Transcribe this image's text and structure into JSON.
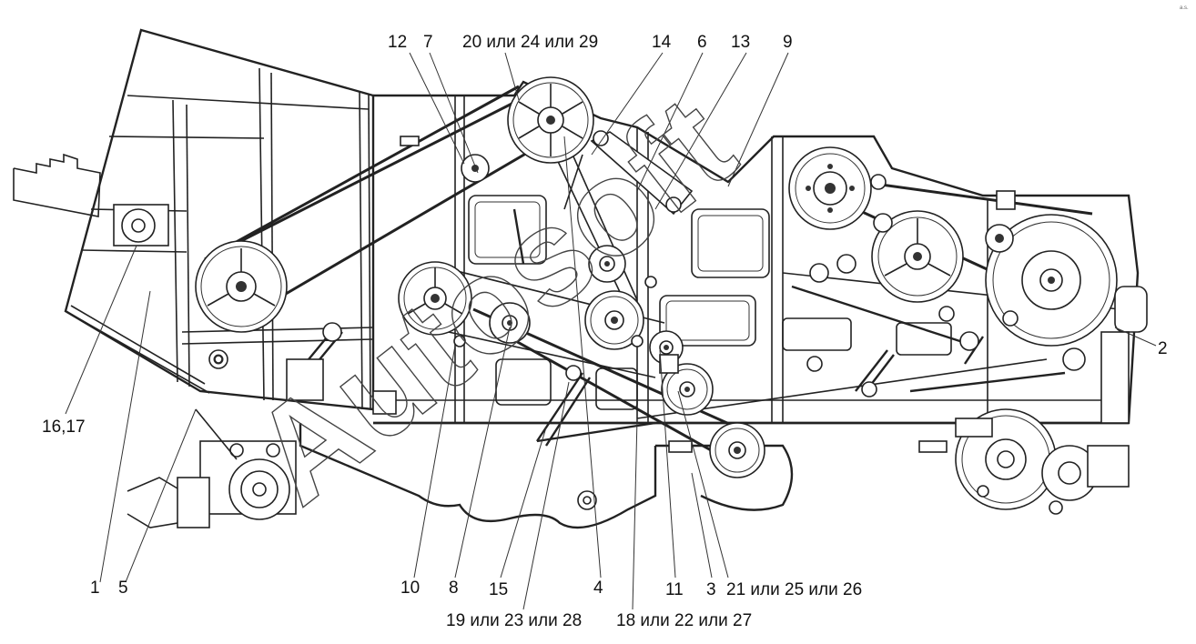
{
  "labels": {
    "l12": "12",
    "l7": "7",
    "l20": "20 или 24 или 29",
    "l14": "14",
    "l6": "6",
    "l13": "13",
    "l9": "9",
    "l2": "2",
    "l1617": "16,17",
    "l1": "1",
    "l5": "5",
    "l10": "10",
    "l8": "8",
    "l15": "15",
    "l4": "4",
    "l11": "11",
    "l3": "3",
    "l21": "21 или 25 или 26",
    "l19": "19 или 23 или 28",
    "l18": "18 или 22 или 27"
  },
  "watermark": {
    "text": "Autosoft",
    "corner_mark": "a.s."
  }
}
